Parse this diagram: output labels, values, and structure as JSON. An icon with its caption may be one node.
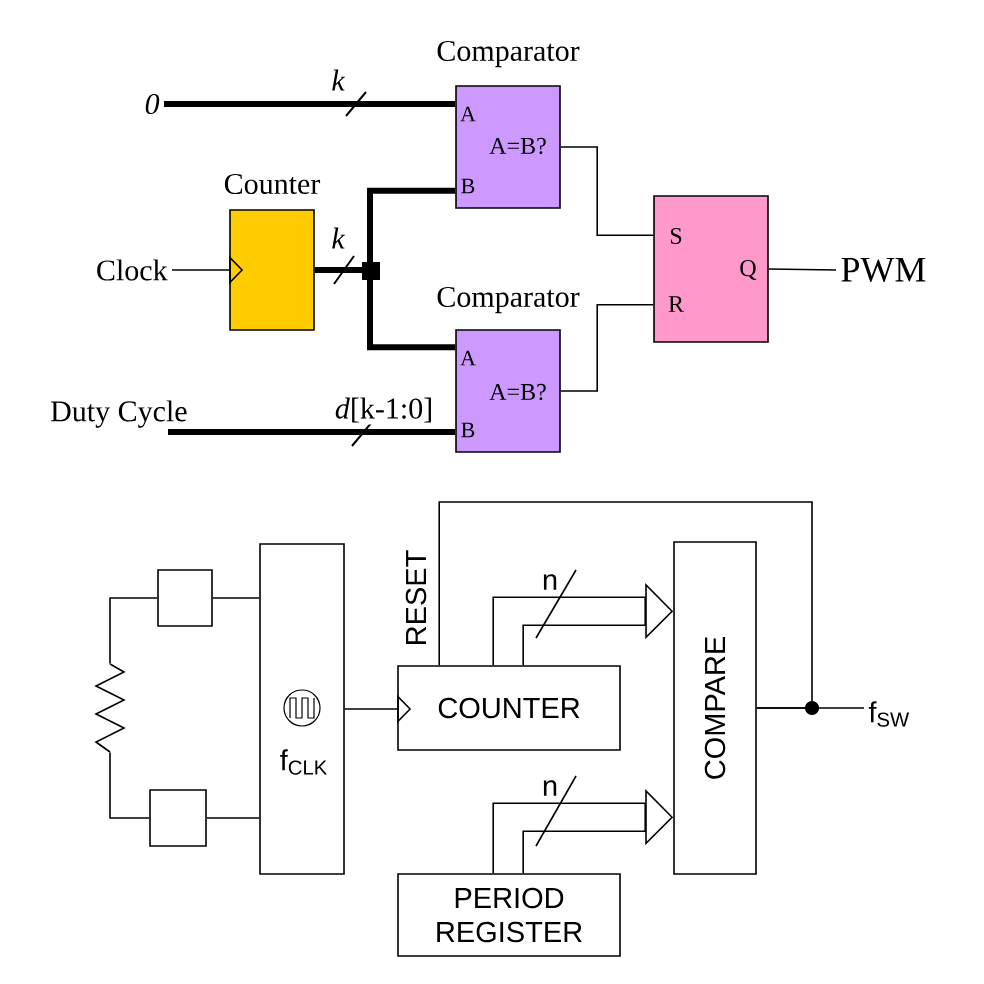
{
  "diagram": {
    "nodes": [
      {
        "text": [
          "0"
        ]
      },
      {
        "text": [
          "Clock"
        ]
      },
      {
        "text": [
          "Duty Cycle"
        ]
      },
      {
        "text": [
          "Counter"
        ]
      },
      {
        "text": [
          "Comparator",
          "A",
          "A=B?",
          "B"
        ]
      },
      {
        "text": [
          "Comparator",
          "A",
          "A=B?",
          "B"
        ]
      },
      {
        "text": [
          "S",
          "R",
          "Q"
        ]
      },
      {
        "text": [
          "PWM"
        ]
      },
      {
        "text": [],
        "shape": "resistor"
      },
      {
        "text": [],
        "shape": "box"
      },
      {
        "text": [],
        "shape": "box"
      },
      {
        "text": [
          "f$_{CLK}$"
        ]
      },
      {
        "text": [
          "COUNTER"
        ]
      },
      {
        "text": [
          "PERIOD REGISTER"
        ]
      },
      {
        "text": [
          "COMPARE"
        ]
      },
      {
        "text": [
          "f$_{SW}$"
        ]
      }
    ],
    "edges": [
      {
        "from": 0,
        "to": 4,
        "arrow": "none",
        "label": "k",
        "style": "thick"
      },
      {
        "from": 1,
        "to": 3,
        "arrow": "to"
      },
      {
        "from": 3,
        "to": 4,
        "arrow": "none",
        "label": "k",
        "style": "thick"
      },
      {
        "from": 3,
        "to": 5,
        "arrow": "none",
        "style": "thick"
      },
      {
        "from": 2,
        "to": 5,
        "arrow": "none",
        "label": "*d*[k-1:0]",
        "style": "thick"
      },
      {
        "from": 4,
        "to": 6,
        "arrow": "none"
      },
      {
        "from": 5,
        "to": 6,
        "arrow": "none"
      },
      {
        "from": 6,
        "to": 7,
        "arrow": "none"
      },
      {
        "from": 8,
        "to": 9,
        "arrow": "none"
      },
      {
        "from": 8,
        "to": 10,
        "arrow": "none"
      },
      {
        "from": 9,
        "to": 11,
        "arrow": "none"
      },
      {
        "from": 10,
        "to": 11,
        "arrow": "none"
      },
      {
        "from": 11,
        "to": 12,
        "arrow": "to"
      },
      {
        "from": 12,
        "to": 14,
        "arrow": "to",
        "label": "n"
      },
      {
        "from": 13,
        "to": 14,
        "arrow": "to",
        "label": "n"
      },
      {
        "from": 14,
        "to": 12,
        "arrow": "none",
        "label": "RESET"
      },
      {
        "from": 14,
        "to": 15,
        "arrow": "none"
      }
    ]
  }
}
